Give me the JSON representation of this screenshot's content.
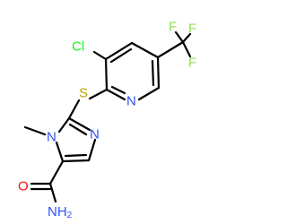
{
  "molecule": {
    "atoms": {
      "cl": "Cl",
      "s": "S",
      "n_pyridine": "N",
      "n_imidazole": "N",
      "n_methyl": "N",
      "o": "O",
      "nh2_main": "NH",
      "nh2_sub": "2",
      "f1": "F",
      "f2": "F",
      "f3": "F"
    },
    "colors": {
      "bond": "#000000",
      "carbon": "#000000",
      "nitrogen": "#3050F8",
      "oxygen": "#FF0D0D",
      "sulfur": "#B8A200",
      "chlorine": "#1FF01F",
      "fluorine": "#90E050"
    }
  }
}
